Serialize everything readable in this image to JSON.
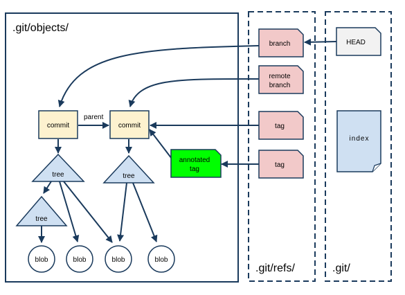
{
  "areas": {
    "objects": {
      "label": ".git/objects/"
    },
    "refs": {
      "label": ".git/refs/"
    },
    "git": {
      "label": ".git/"
    }
  },
  "nodes": {
    "branch": {
      "label": "branch"
    },
    "remote_branch": {
      "line1": "remote",
      "line2": "branch"
    },
    "tag_ref_1": {
      "label": "tag"
    },
    "tag_ref_2": {
      "label": "tag"
    },
    "head": {
      "label": "HEAD"
    },
    "index": {
      "label": "index"
    },
    "commit_left": {
      "label": "commit"
    },
    "commit_right": {
      "label": "commit"
    },
    "tree_left": {
      "label": "tree"
    },
    "tree_sub": {
      "label": "tree"
    },
    "tree_right": {
      "label": "tree"
    },
    "annotated_tag": {
      "line1": "annotated",
      "line2": "tag"
    },
    "blob_1": {
      "label": "blob"
    },
    "blob_2": {
      "label": "blob"
    },
    "blob_3": {
      "label": "blob"
    },
    "blob_4": {
      "label": "blob"
    }
  },
  "edges": {
    "parent": {
      "label": "parent"
    }
  },
  "colors": {
    "edge": "#1a3a5c",
    "ref_fill": "#f2c9c9",
    "head_fill": "#f2f2f2",
    "commit_fill": "#fdf2cf",
    "tree_fill": "#cfe0f2",
    "annotated_tag_fill": "#00ff00",
    "index_fill": "#cfe0f2",
    "blob_fill": "#ffffff"
  }
}
